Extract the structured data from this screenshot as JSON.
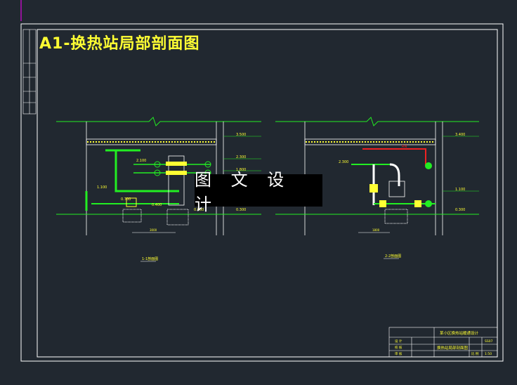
{
  "drawing": {
    "title": "A1-换热站局部剖面图",
    "watermark": "图 文 设 计"
  },
  "section_left": {
    "caption": "1-1剖面图",
    "elevations": [
      "3.500",
      "2.300",
      "2.100",
      "1.800",
      "0.700",
      "0.400",
      "0.300",
      "0.000"
    ],
    "level_mark": "1.100",
    "dimension": "3000"
  },
  "section_right": {
    "caption": "2-2剖面图",
    "elevations": [
      "3.400",
      "2.300",
      "1.100",
      "0.300"
    ],
    "pipe_label": "RN",
    "dimension": "1800"
  },
  "title_block": {
    "project": "某小区换热站暖通设计",
    "sheet_name": "换热站局部剖面图",
    "sheet_no": "SS07",
    "row_labels": [
      "设 计",
      "校 核",
      "审 核"
    ],
    "scale_label": "比 例",
    "scale": "1:50"
  },
  "colors": {
    "background": "#212830",
    "linework": "#ffffff",
    "pipe": "#22ee22",
    "accent": "#ffff33",
    "hot_water": "#ee2222",
    "boundary": "#ff00ff"
  }
}
